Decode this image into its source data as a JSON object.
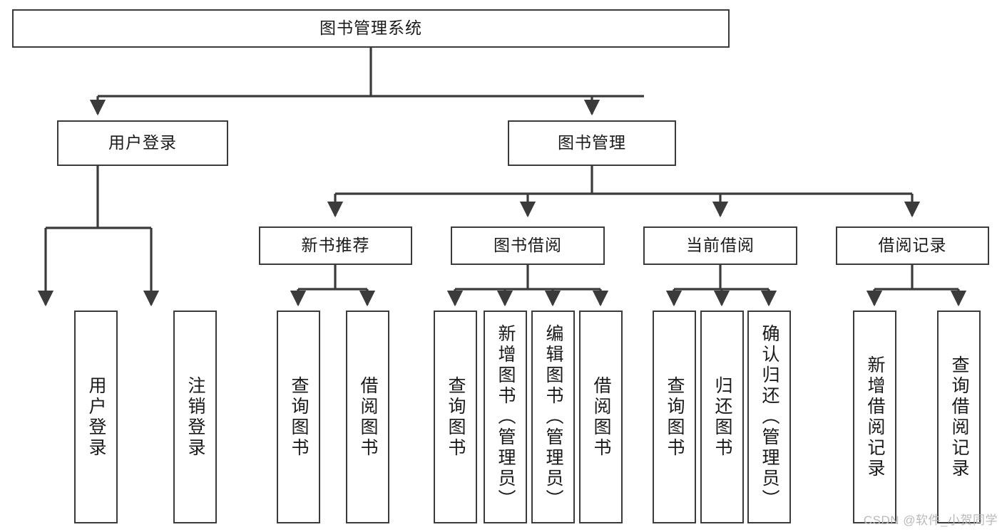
{
  "diagram": {
    "title": "图书管理系统",
    "type": "tree-hierarchy",
    "watermark": "CSDN @软件_小贺同学",
    "nodes": {
      "root": "图书管理系统",
      "level2": [
        {
          "id": "user-login",
          "label": "用户登录"
        },
        {
          "id": "book-manage",
          "label": "图书管理"
        }
      ],
      "level3": [
        {
          "id": "new-book-recommend",
          "label": "新书推荐"
        },
        {
          "id": "book-borrow",
          "label": "图书借阅"
        },
        {
          "id": "current-borrow",
          "label": "当前借阅"
        },
        {
          "id": "borrow-record",
          "label": "借阅记录"
        }
      ],
      "leaves": {
        "user-login": [
          {
            "id": "leaf-user-login",
            "label": "用户登录"
          },
          {
            "id": "leaf-logout-login",
            "label": "注销登录"
          }
        ],
        "new-book-recommend": [
          {
            "id": "leaf-query-book-1",
            "label": "查询图书"
          },
          {
            "id": "leaf-borrow-book-1",
            "label": "借阅图书"
          }
        ],
        "book-borrow": [
          {
            "id": "leaf-query-book-2",
            "label": "查询图书"
          },
          {
            "id": "leaf-add-book-admin",
            "label": "新增图书（管理员）"
          },
          {
            "id": "leaf-edit-book-admin",
            "label": "编辑图书（管理员）"
          },
          {
            "id": "leaf-borrow-book-2",
            "label": "借阅图书"
          }
        ],
        "current-borrow": [
          {
            "id": "leaf-query-book-3",
            "label": "查询图书"
          },
          {
            "id": "leaf-return-book",
            "label": "归还图书"
          },
          {
            "id": "leaf-confirm-return-admin",
            "label": "确认归还（管理员）"
          }
        ],
        "borrow-record": [
          {
            "id": "leaf-add-borrow-record",
            "label": "新增借阅记录"
          },
          {
            "id": "leaf-query-borrow-record",
            "label": "查询借阅记录"
          }
        ]
      }
    },
    "colors": {
      "stroke": "#3b3b3b",
      "box_fill": "#ffffff",
      "text": "#1a1a1a",
      "watermark": "#b9b9b9"
    }
  }
}
